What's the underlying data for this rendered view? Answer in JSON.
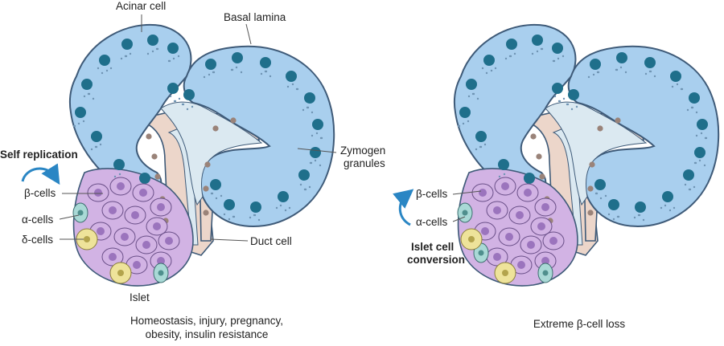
{
  "labels": {
    "acinar_cell": "Acinar cell",
    "basal_lamina": "Basal lamina",
    "zymogen_granules_1": "Zymogen",
    "zymogen_granules_2": "granules",
    "duct_cell": "Duct cell",
    "islet": "Islet",
    "self_replication": "Self replication",
    "beta_cells": "β-cells",
    "alpha_cells": "α-cells",
    "delta_cells": "δ-cells",
    "islet_conversion_1": "Islet cell",
    "islet_conversion_2": "conversion"
  },
  "captions": {
    "left_1": "Homeostasis, injury, pregnancy,",
    "left_2": "obesity, insulin resistance",
    "right": "Extreme β-cell loss"
  },
  "colors": {
    "acinar_fill": "#a9cfee",
    "acinar_stroke": "#3e5a78",
    "nucleus": "#1f6f8b",
    "lumen": "#dbe9f1",
    "duct": "#ecd6ca",
    "duct_nucleus": "#9a8379",
    "beta": "#d2b3e4",
    "beta_nucleus": "#9b74bd",
    "alpha": "#a9d9d6",
    "delta": "#eee39a",
    "arrow": "#2a86c4"
  }
}
